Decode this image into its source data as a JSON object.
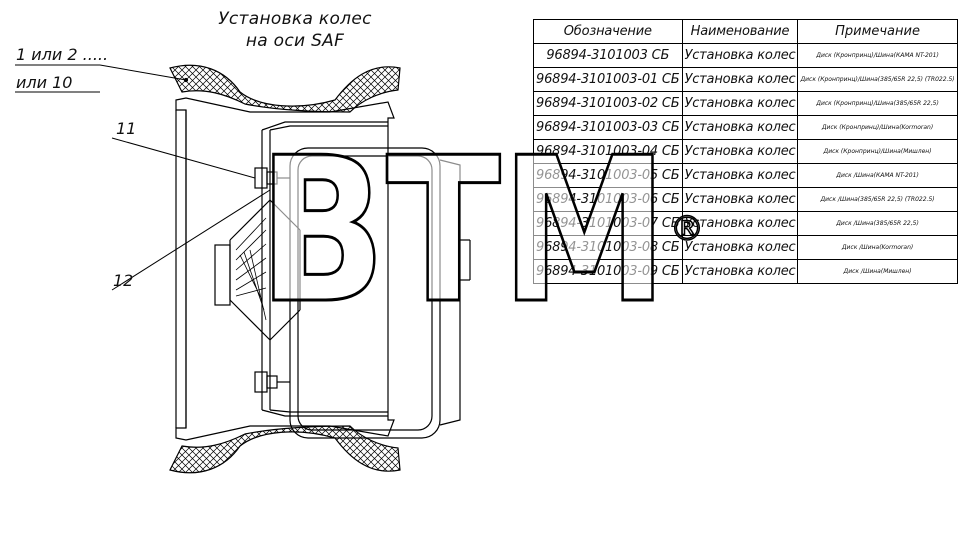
{
  "drawing": {
    "title_line1": "Установка колес",
    "title_line2": "на оси SAF",
    "callouts": {
      "c1_line1": "1 или 2 .....",
      "c1_line2": "или 10",
      "c11": "11",
      "c12": "12"
    }
  },
  "table": {
    "headers": [
      "Обозначение",
      "Наименование",
      "Примечание"
    ],
    "rows": [
      [
        "96894-3101003 СБ",
        "Установка колес",
        "Диск (Кронпринц)/Шина(КАМА NT-201)"
      ],
      [
        "96894-3101003-01 СБ",
        "Установка колес",
        "Диск (Кронпринц)/Шина(385/65R 22,5) (TR022.5)"
      ],
      [
        "96894-3101003-02 СБ",
        "Установка колес",
        "Диск (Кронпринц)/Шина(385/65R 22,5)"
      ],
      [
        "96894-3101003-03 СБ",
        "Установка колес",
        "Диск (Кронпринц)/Шина(Kormoran)"
      ],
      [
        "96894-3101003-04 СБ",
        "Установка колес",
        "Диск (Кронпринц)/Шина(Мишлен)"
      ],
      [
        "96894-3101003-05 СБ",
        "Установка колес",
        "Диск /Шина(КАМА NT-201)"
      ],
      [
        "96894-3101003-06 СБ",
        "Установка колес",
        "Диск /Шина(385/65R 22,5) (TR022.5)"
      ],
      [
        "96894-3101003-07 СБ",
        "Установка колес",
        "Диск /Шина(385/65R 22,5)"
      ],
      [
        "96894-3101003-08 СБ",
        "Установка колес",
        "Диск /Шина(Kormoran)"
      ],
      [
        "96894-3101003-09 СБ",
        "Установка колес",
        "Диск /Шина(Мишлен)"
      ]
    ]
  },
  "watermark": {
    "text": "BTM",
    "mark": "®"
  }
}
